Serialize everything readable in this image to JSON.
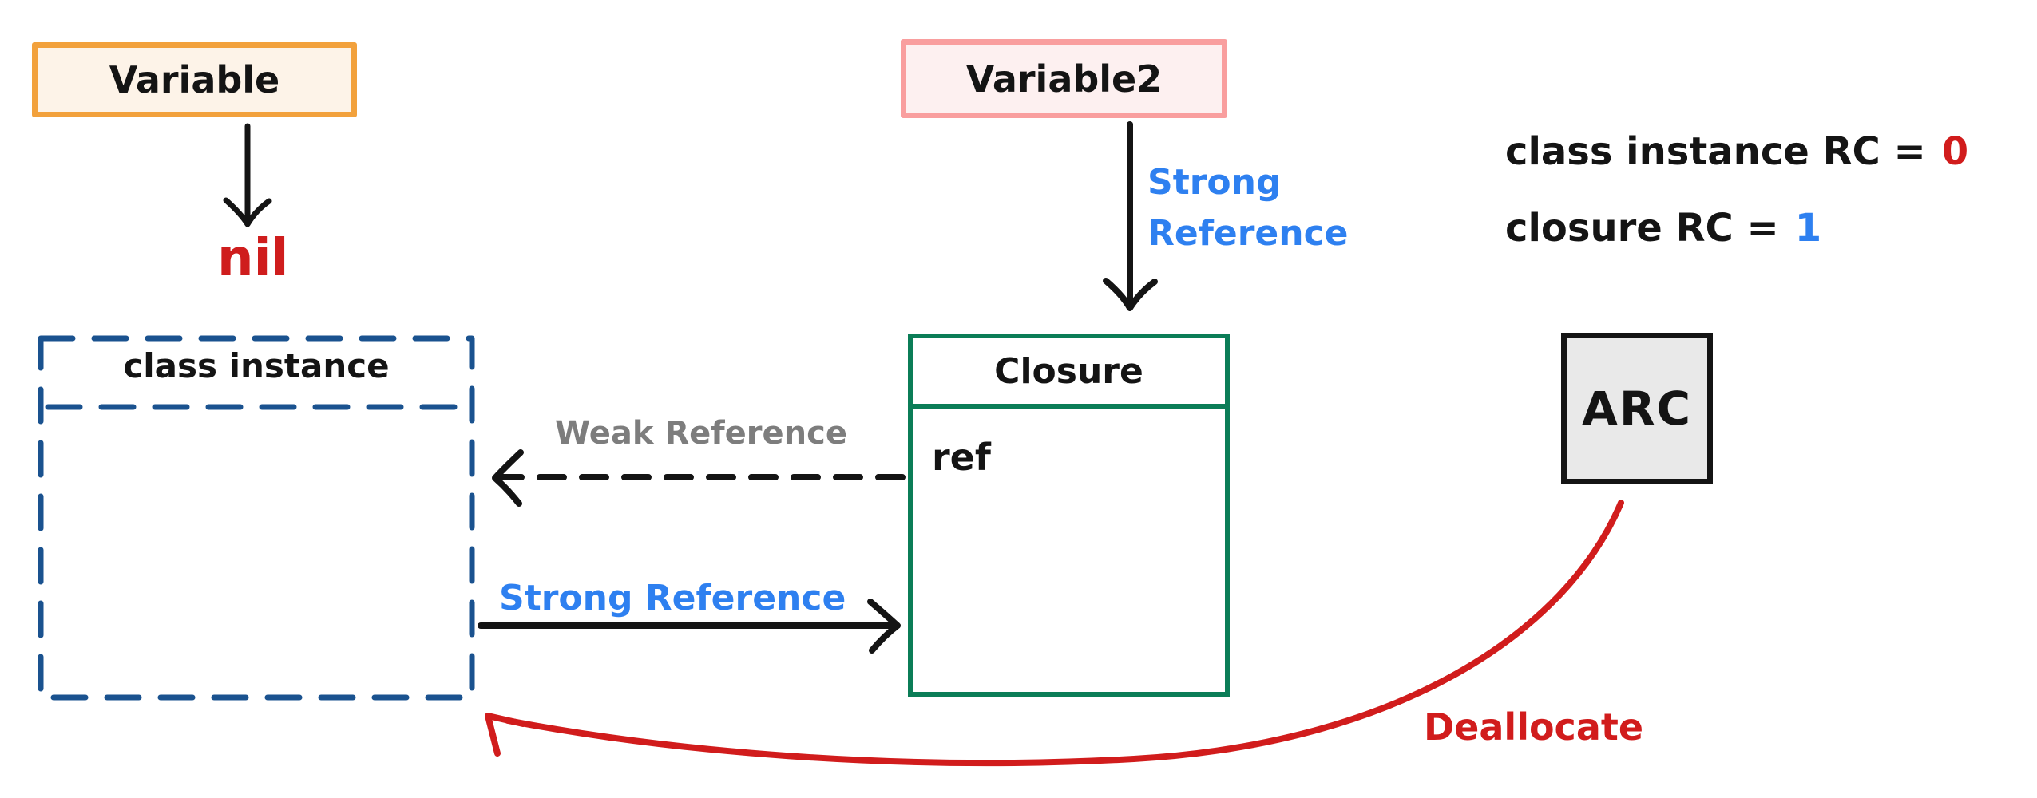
{
  "diagram": {
    "variable_box": {
      "label": "Variable",
      "border_color": "#f2a13c",
      "fill_color": "#fdf3e8"
    },
    "variable2_box": {
      "label": "Variable2",
      "border_color": "#f99e9e",
      "fill_color": "#fdf0f0"
    },
    "nil_label": "nil",
    "class_instance_box": {
      "label": "class instance",
      "border_color": "#1a528f"
    },
    "closure_box": {
      "title": "Closure",
      "field": "ref",
      "border_color": "#0b7d57"
    },
    "arc_box": {
      "label": "ARC",
      "fill_color": "#e9e9e9"
    },
    "edges": {
      "strong_reference_vertical": {
        "line1": "Strong",
        "line2": "Reference",
        "color": "#2e80f0"
      },
      "weak_reference": {
        "label": "Weak Reference",
        "color": "#7d7d7d"
      },
      "strong_reference_horizontal": {
        "label": "Strong Reference",
        "color": "#2e80f0"
      },
      "deallocate": {
        "label": "Deallocate",
        "color": "#d11c1c"
      }
    },
    "counters": {
      "class_instance_rc": {
        "text": "class instance RC =",
        "value": "0",
        "value_color": "#d11c1c"
      },
      "closure_rc": {
        "text": "closure RC =",
        "value": "1",
        "value_color": "#2e80f0"
      }
    }
  }
}
